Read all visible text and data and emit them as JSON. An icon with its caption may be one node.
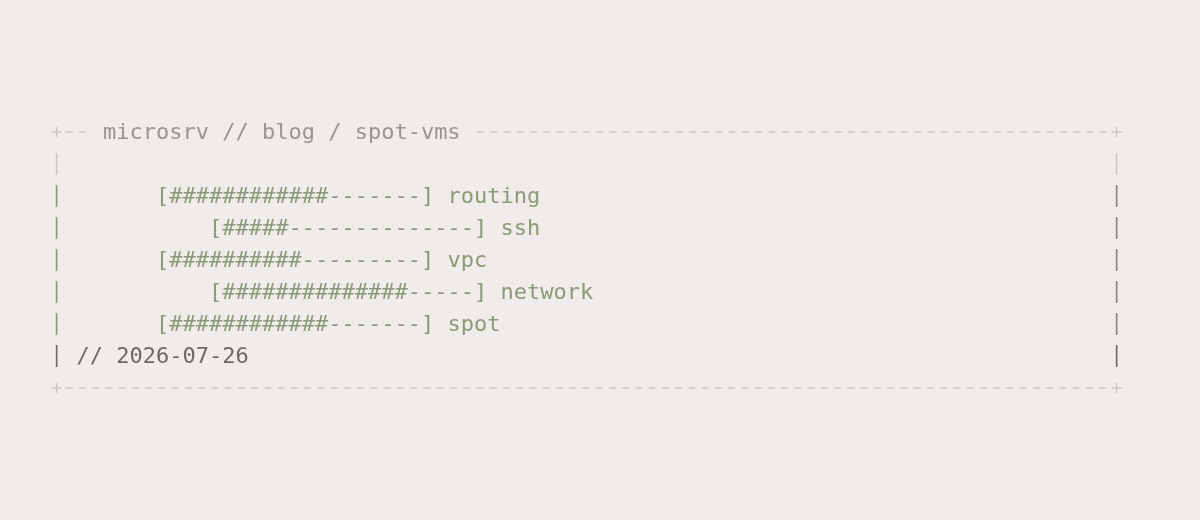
{
  "diagram": {
    "title": "microsrv // blog / spot-vms",
    "labels": [
      "[############-------]",
      "routing",
      "[#####--------------]",
      "ssh",
      "[##########---------]",
      "vpc",
      "[##############-----]",
      "network",
      "[############-------]",
      "spot",
      "// 2026-07-26"
    ]
  }
}
